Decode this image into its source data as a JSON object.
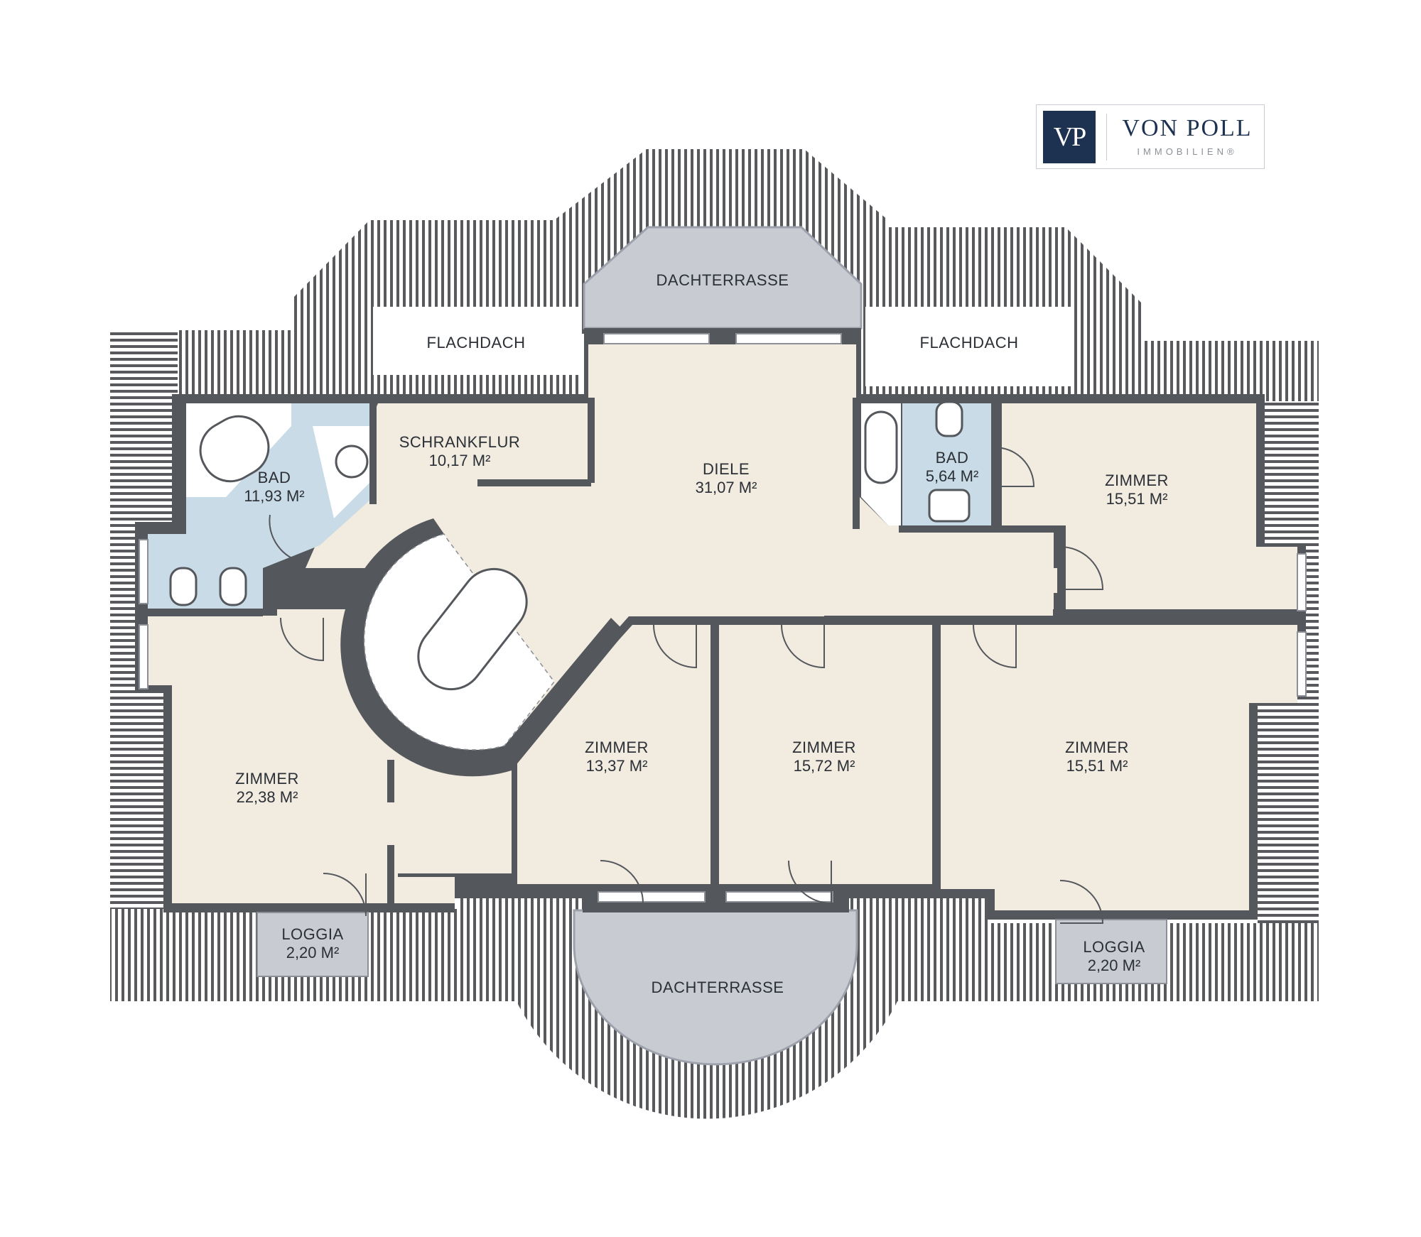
{
  "logo": {
    "mark": "VP",
    "name": "VON POLL",
    "sub": "IMMOBILIEN®"
  },
  "colors": {
    "wall": "#54575c",
    "room_fill": "#f1ebe0",
    "bath_fill": "#c9dbe6",
    "terrace_fill": "#c9cbd3",
    "roof_stripe": "#58595c",
    "flat_roof_fill": "#ffffff",
    "logo_blue": "#1d3250"
  },
  "rooms": [
    {
      "id": "dachterrasse-top",
      "name": "DACHTERRASSE",
      "area": ""
    },
    {
      "id": "flachdach-left",
      "name": "FLACHDACH",
      "area": ""
    },
    {
      "id": "flachdach-right",
      "name": "FLACHDACH",
      "area": ""
    },
    {
      "id": "schrankflur",
      "name": "SCHRANKFLUR",
      "area": "10,17 M²"
    },
    {
      "id": "bad-left",
      "name": "BAD",
      "area": "11,93 M²"
    },
    {
      "id": "diele",
      "name": "DIELE",
      "area": "31,07 M²"
    },
    {
      "id": "bad-right",
      "name": "BAD",
      "area": "5,64 M²"
    },
    {
      "id": "zimmer-ne",
      "name": "ZIMMER",
      "area": "15,51 M²"
    },
    {
      "id": "zimmer-w",
      "name": "ZIMMER",
      "area": "22,38 M²"
    },
    {
      "id": "zimmer-c1",
      "name": "ZIMMER",
      "area": "13,37 M²"
    },
    {
      "id": "zimmer-c2",
      "name": "ZIMMER",
      "area": "15,72 M²"
    },
    {
      "id": "zimmer-se",
      "name": "ZIMMER",
      "area": "15,51 M²"
    },
    {
      "id": "loggia-left",
      "name": "LOGGIA",
      "area": "2,20 M²"
    },
    {
      "id": "loggia-right",
      "name": "LOGGIA",
      "area": "2,20 M²"
    },
    {
      "id": "dachterrasse-bottom",
      "name": "DACHTERRASSE",
      "area": ""
    }
  ]
}
